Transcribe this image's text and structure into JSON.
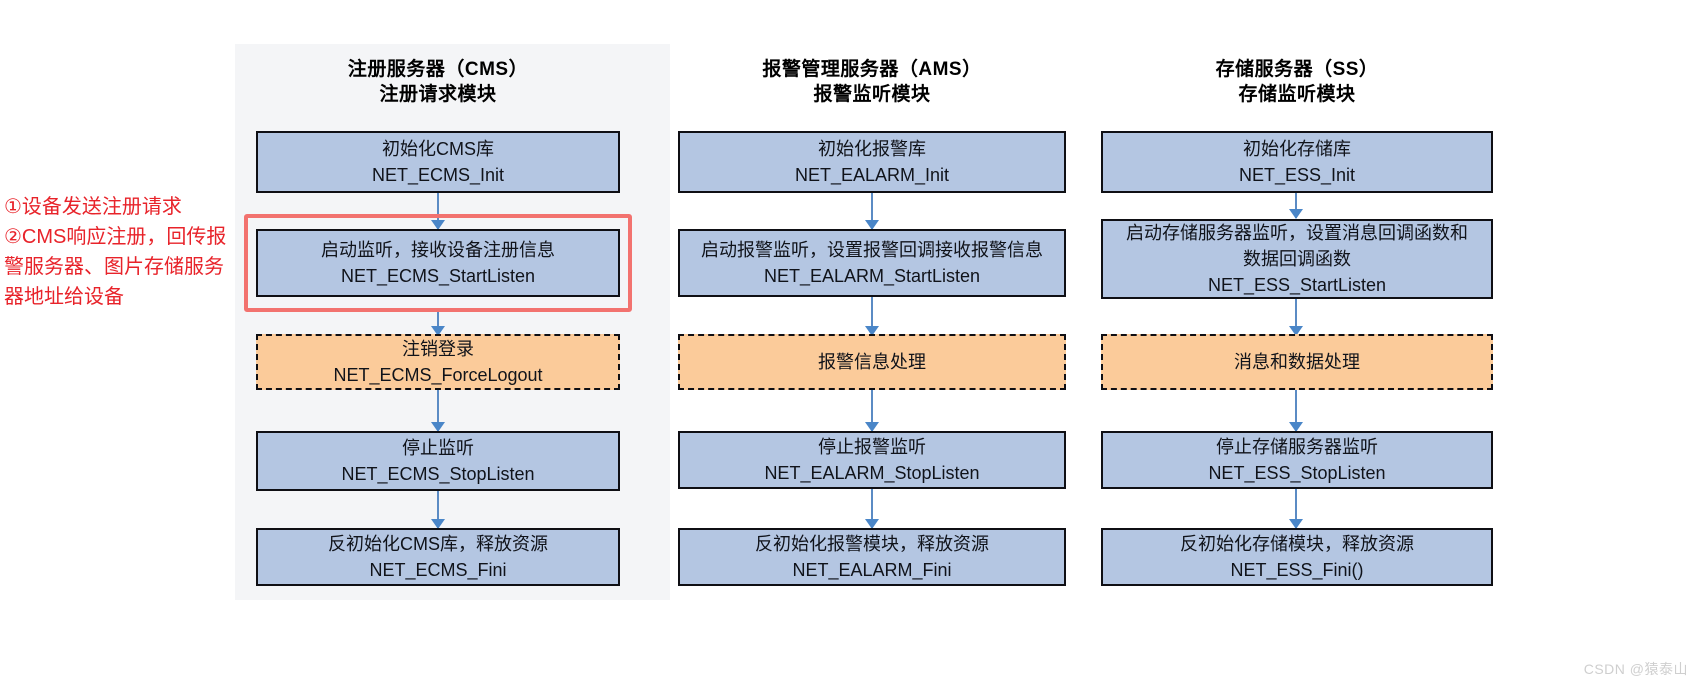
{
  "diagram": {
    "annotation": {
      "line1": "①设备发送注册请求",
      "line2": "②CMS响应注册，回传报警服务器、图片存储服务器地址给设备"
    },
    "watermark": "CSDN @猿泰山",
    "columns": [
      {
        "id": "cms",
        "title_line1": "注册服务器（CMS）",
        "title_line2": "注册请求模块",
        "nodes": [
          {
            "type": "solid",
            "line1": "初始化CMS库",
            "line2": "NET_ECMS_Init",
            "line3": ""
          },
          {
            "type": "solid",
            "line1": "启动监听，接收设备注册信息",
            "line2": "NET_ECMS_StartListen",
            "line3": "",
            "highlighted": true
          },
          {
            "type": "dashed",
            "line1": "注销登录",
            "line2": "NET_ECMS_ForceLogout",
            "line3": ""
          },
          {
            "type": "solid",
            "line1": "停止监听",
            "line2": "NET_ECMS_StopListen",
            "line3": ""
          },
          {
            "type": "solid",
            "line1": "反初始化CMS库，释放资源",
            "line2": "NET_ECMS_Fini",
            "line3": ""
          }
        ]
      },
      {
        "id": "ams",
        "title_line1": "报警管理服务器（AMS）",
        "title_line2": "报警监听模块",
        "nodes": [
          {
            "type": "solid",
            "line1": "初始化报警库",
            "line2": "NET_EALARM_Init",
            "line3": ""
          },
          {
            "type": "solid",
            "line1": "启动报警监听，设置报警回调接收报警信息",
            "line2": "NET_EALARM_StartListen",
            "line3": ""
          },
          {
            "type": "dashed",
            "line1": "报警信息处理",
            "line2": "",
            "line3": ""
          },
          {
            "type": "solid",
            "line1": "停止报警监听",
            "line2": "NET_EALARM_StopListen",
            "line3": ""
          },
          {
            "type": "solid",
            "line1": "反初始化报警模块，释放资源",
            "line2": "NET_EALARM_Fini",
            "line3": ""
          }
        ]
      },
      {
        "id": "ss",
        "title_line1": "存储服务器（SS）",
        "title_line2": "存储监听模块",
        "nodes": [
          {
            "type": "solid",
            "line1": "初始化存储库",
            "line2": "NET_ESS_Init",
            "line3": ""
          },
          {
            "type": "solid",
            "line1": "启动存储服务器监听，设置消息回调函数和",
            "line2": "数据回调函数",
            "line3": "NET_ESS_StartListen"
          },
          {
            "type": "dashed",
            "line1": "消息和数据处理",
            "line2": "",
            "line3": ""
          },
          {
            "type": "solid",
            "line1": "停止存储服务器监听",
            "line2": "NET_ESS_StopListen",
            "line3": ""
          },
          {
            "type": "solid",
            "line1": "反初始化存储模块，释放资源",
            "line2": "NET_ESS_Fini()",
            "line3": ""
          }
        ]
      }
    ],
    "colors": {
      "node_fill": "#b4c6e2",
      "process_fill": "#fbcb9a",
      "panel_bg": "#f4f5f7",
      "highlight": "#f2726f",
      "arrow": "#4a86c8",
      "annotation": "#e8232a"
    }
  }
}
